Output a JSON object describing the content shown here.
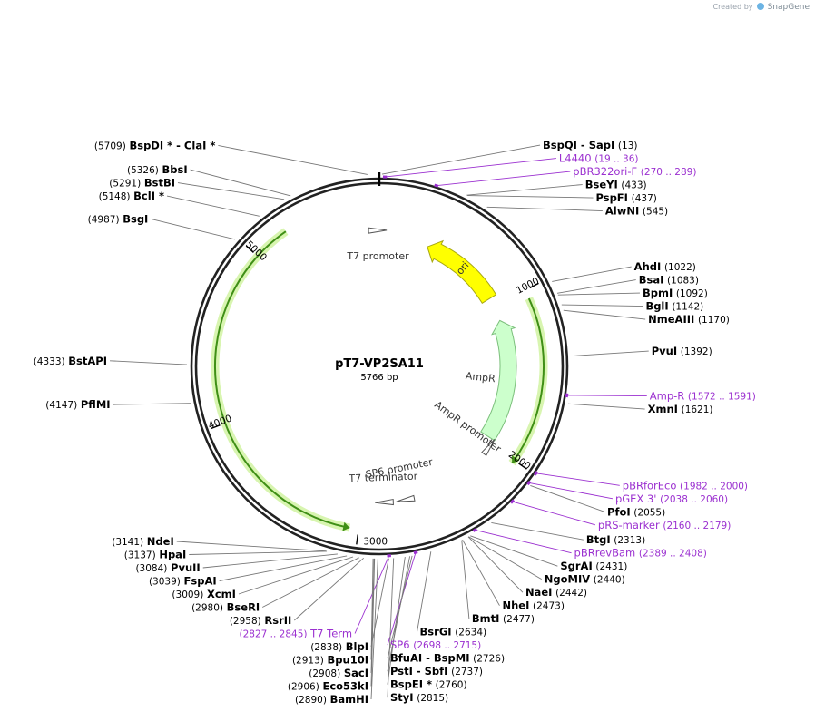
{
  "credit": {
    "text": "Created by",
    "brand": "SnapGene"
  },
  "plasmid": {
    "name": "pT7-VP2SA11",
    "size_label": "5766 bp",
    "length": 5766
  },
  "ticks": [
    {
      "pos": 1000,
      "label": "1000"
    },
    {
      "pos": 2000,
      "label": "2000"
    },
    {
      "pos": 3000,
      "label": "3000"
    },
    {
      "pos": 4000,
      "label": "4000"
    },
    {
      "pos": 5000,
      "label": "5000"
    }
  ],
  "features": [
    {
      "name": "ori",
      "type": "arrow",
      "start": 350,
      "end": 935,
      "dir": -1,
      "color": "#ffff00",
      "stroke": "#a7a712"
    },
    {
      "name": "AmpR",
      "type": "arrow",
      "start": 1107,
      "end": 1967,
      "dir": -1,
      "color": "#ccffcc",
      "stroke": "#7bbf7b"
    },
    {
      "name": "AmpR promoter",
      "type": "promoter",
      "start": 1967,
      "end": 2072,
      "dir": -1
    },
    {
      "name": "SP6 promoter",
      "type": "promoter",
      "start": 2698,
      "end": 2716,
      "dir": 1
    },
    {
      "name": "T7 terminator",
      "type": "promoter",
      "start": 2827,
      "end": 2874,
      "dir": 1
    },
    {
      "name": "T7 promoter",
      "type": "promoter",
      "start": 5745,
      "end": 5764,
      "dir": 1
    }
  ],
  "orfs": [
    {
      "start": 1050,
      "end": 2020,
      "dir": 1
    },
    {
      "start": 3050,
      "end": 5210,
      "dir": -1
    }
  ],
  "sites": [
    {
      "label": "BspQI  -  SapI",
      "pos": "(13)",
      "bp": 13,
      "side": "L"
    },
    {
      "label": "BspDI *  -  ClaI *",
      "pos": "(5709)",
      "bp": 5709,
      "side": "L"
    },
    {
      "label": "BbsI",
      "pos": "(5326)",
      "bp": 5326,
      "side": "L"
    },
    {
      "label": "BstBI",
      "pos": "(5291)",
      "bp": 5291,
      "side": "L"
    },
    {
      "label": "BclI *",
      "pos": "(5148)",
      "bp": 5148,
      "side": "L"
    },
    {
      "label": "BsgI",
      "pos": "(4987)",
      "bp": 4987,
      "side": "L"
    },
    {
      "label": "BstAPI",
      "pos": "(4333)",
      "bp": 4333,
      "side": "L"
    },
    {
      "label": "PflMI",
      "pos": "(4147)",
      "bp": 4147,
      "side": "L"
    },
    {
      "label": "NdeI",
      "pos": "(3141)",
      "bp": 3141,
      "side": "L"
    },
    {
      "label": "HpaI",
      "pos": "(3137)",
      "bp": 3137,
      "side": "L"
    },
    {
      "label": "PvuII",
      "pos": "(3084)",
      "bp": 3084,
      "side": "L"
    },
    {
      "label": "FspAI",
      "pos": "(3039)",
      "bp": 3039,
      "side": "L"
    },
    {
      "label": "XcmI",
      "pos": "(3009)",
      "bp": 3009,
      "side": "L"
    },
    {
      "label": "BseRI",
      "pos": "(2980)",
      "bp": 2980,
      "side": "L"
    },
    {
      "label": "RsrII",
      "pos": "(2958)",
      "bp": 2958,
      "side": "L"
    },
    {
      "label": "Bpu10I",
      "pos": "(2913)",
      "bp": 2913,
      "side": "L"
    },
    {
      "label": "SacI",
      "pos": "(2908)",
      "bp": 2908,
      "side": "L"
    },
    {
      "label": "Eco53kI",
      "pos": "(2906)",
      "bp": 2906,
      "side": "L"
    },
    {
      "label": "BamHI",
      "pos": "(2890)",
      "bp": 2890,
      "side": "L"
    },
    {
      "label": "BlpI",
      "pos": "(2838)",
      "bp": 2838,
      "side": "L"
    },
    {
      "label": "BseYI",
      "pos": "(433)",
      "bp": 433,
      "side": "R"
    },
    {
      "label": "PspFI",
      "pos": "(437)",
      "bp": 437,
      "side": "R"
    },
    {
      "label": "AlwNI",
      "pos": "(545)",
      "bp": 545,
      "side": "R"
    },
    {
      "label": "AhdI",
      "pos": "(1022)",
      "bp": 1022,
      "side": "R"
    },
    {
      "label": "BsaI",
      "pos": "(1083)",
      "bp": 1083,
      "side": "R"
    },
    {
      "label": "BpmI",
      "pos": "(1092)",
      "bp": 1092,
      "side": "R"
    },
    {
      "label": "BglI",
      "pos": "(1142)",
      "bp": 1142,
      "side": "R"
    },
    {
      "label": "NmeAIII",
      "pos": "(1170)",
      "bp": 1170,
      "side": "R"
    },
    {
      "label": "PvuI",
      "pos": "(1392)",
      "bp": 1392,
      "side": "R"
    },
    {
      "label": "XmnI",
      "pos": "(1621)",
      "bp": 1621,
      "side": "R"
    },
    {
      "label": "PfoI",
      "pos": "(2055)",
      "bp": 2055,
      "side": "R"
    },
    {
      "label": "BtgI",
      "pos": "(2313)",
      "bp": 2313,
      "side": "R"
    },
    {
      "label": "SgrAI",
      "pos": "(2431)",
      "bp": 2431,
      "side": "R"
    },
    {
      "label": "NgoMIV",
      "pos": "(2440)",
      "bp": 2440,
      "side": "R"
    },
    {
      "label": "NaeI",
      "pos": "(2442)",
      "bp": 2442,
      "side": "R"
    },
    {
      "label": "NheI",
      "pos": "(2473)",
      "bp": 2473,
      "side": "R"
    },
    {
      "label": "BmtI",
      "pos": "(2477)",
      "bp": 2477,
      "side": "R"
    },
    {
      "label": "BsrGI",
      "pos": "(2634)",
      "bp": 2634,
      "side": "R"
    },
    {
      "label": "BfuAI  -  BspMI",
      "pos": "(2726)",
      "bp": 2726,
      "side": "R"
    },
    {
      "label": "PstI  -  SbfI",
      "pos": "(2737)",
      "bp": 2737,
      "side": "R"
    },
    {
      "label": "BspEI *",
      "pos": "(2760)",
      "bp": 2760,
      "side": "R"
    },
    {
      "label": "StyI",
      "pos": "(2815)",
      "bp": 2815,
      "side": "R"
    }
  ],
  "primers": [
    {
      "label": "L4440",
      "pos": "(19 .. 36)",
      "bp": 27,
      "side": "R"
    },
    {
      "label": "pBR322ori-F",
      "pos": "(270 .. 289)",
      "bp": 280,
      "side": "R"
    },
    {
      "label": "Amp-R",
      "pos": "(1572 .. 1591)",
      "bp": 1582,
      "side": "R"
    },
    {
      "label": "pBRforEco",
      "pos": "(1982 .. 2000)",
      "bp": 1991,
      "side": "R"
    },
    {
      "label": "pGEX 3'",
      "pos": "(2038 .. 2060)",
      "bp": 2049,
      "side": "R"
    },
    {
      "label": "pRS-marker",
      "pos": "(2160 .. 2179)",
      "bp": 2170,
      "side": "R"
    },
    {
      "label": "pBRrevBam",
      "pos": "(2389 .. 2408)",
      "bp": 2398,
      "side": "R"
    },
    {
      "label": "SP6",
      "pos": "(2698 .. 2715)",
      "bp": 2706,
      "side": "R"
    },
    {
      "label": "T7 Term",
      "pos": "(2827 .. 2845)",
      "bp": 2836,
      "side": "R"
    }
  ]
}
